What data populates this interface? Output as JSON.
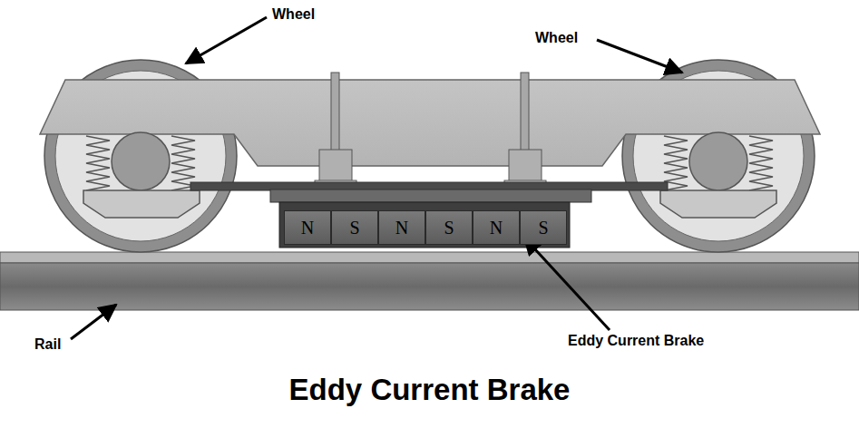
{
  "diagram": {
    "title": "Eddy Current Brake",
    "nodes": [
      {
        "text": [
          "N"
        ]
      },
      {
        "text": [
          "S"
        ]
      },
      {
        "text": [
          "N"
        ]
      },
      {
        "text": [
          "S"
        ]
      },
      {
        "text": [
          "N"
        ]
      },
      {
        "text": [
          "S"
        ]
      }
    ],
    "labels": [
      "Wheel",
      "Wheel",
      "Rail",
      "Eddy Current Brake"
    ]
  }
}
